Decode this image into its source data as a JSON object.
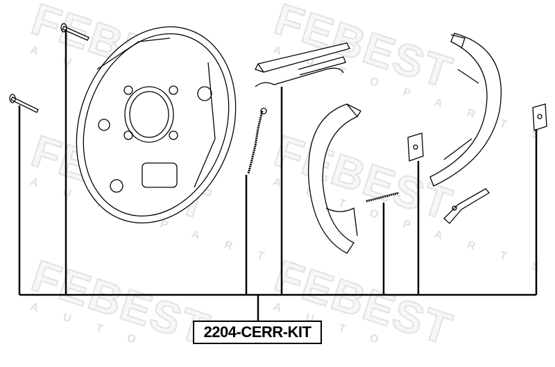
{
  "watermark": {
    "brand": "FEBEST",
    "tagline": "AUTO PARTS"
  },
  "part_number": "2204-CERR-KIT",
  "colors": {
    "line": "#000000",
    "watermark": "#e6e6e6"
  }
}
